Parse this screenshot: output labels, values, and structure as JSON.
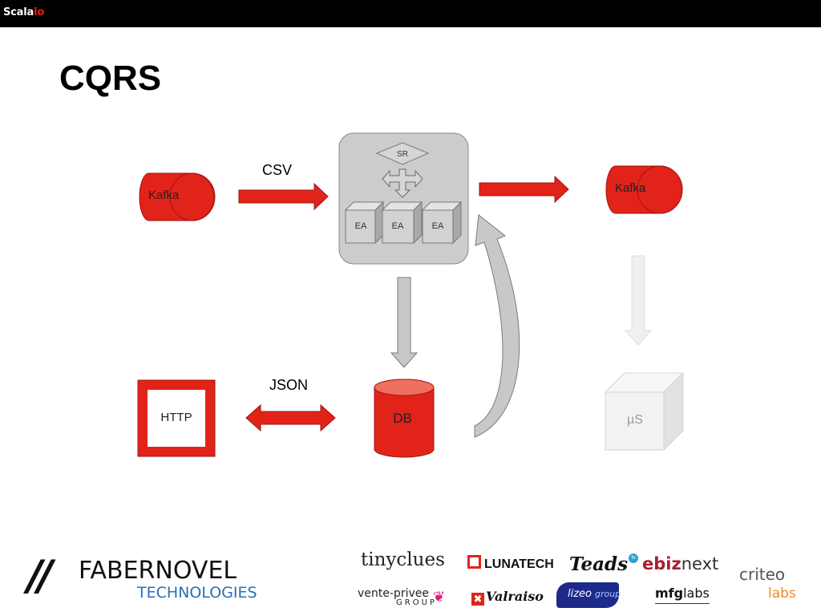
{
  "header": {
    "brand_main": "Scala",
    "brand_accent": "io"
  },
  "slide": {
    "title": "CQRS"
  },
  "diagram": {
    "source_kafka": "Kafka",
    "target_kafka": "Kafka",
    "csv_label": "CSV",
    "json_label": "JSON",
    "sr_label": "SR",
    "ea_labels": [
      "EA",
      "EA",
      "EA"
    ],
    "db_label": "DB",
    "http_label": "HTTP",
    "microservice_label": "µS"
  },
  "sponsors": {
    "fabernovel": {
      "mark": "//",
      "name": "FABERNOVEL",
      "sub": "TECHNOLOGIES"
    },
    "tinyclues": "tinyclues",
    "lunatech": "LUNATECH",
    "teads": "Teads",
    "teads_badge": "tv",
    "ebiznext_e": "ebiz",
    "ebiznext_next": "next",
    "criteo_main": "criteo",
    "criteo_sub": "labs",
    "ventepriveee": "vente-privee",
    "ventepriveee_group": "GROUP",
    "valraiso": "Valraiso",
    "lizeo": "lizeo",
    "lizeo_group": "group",
    "mfglabs_mfg": "mfg",
    "mfglabs_labs": "labs"
  },
  "colors": {
    "accent": "#e2231a",
    "dark_red": "#b0150f",
    "gray": "#c8c8c8",
    "blue": "#2a6fb5",
    "black": "#000000"
  }
}
